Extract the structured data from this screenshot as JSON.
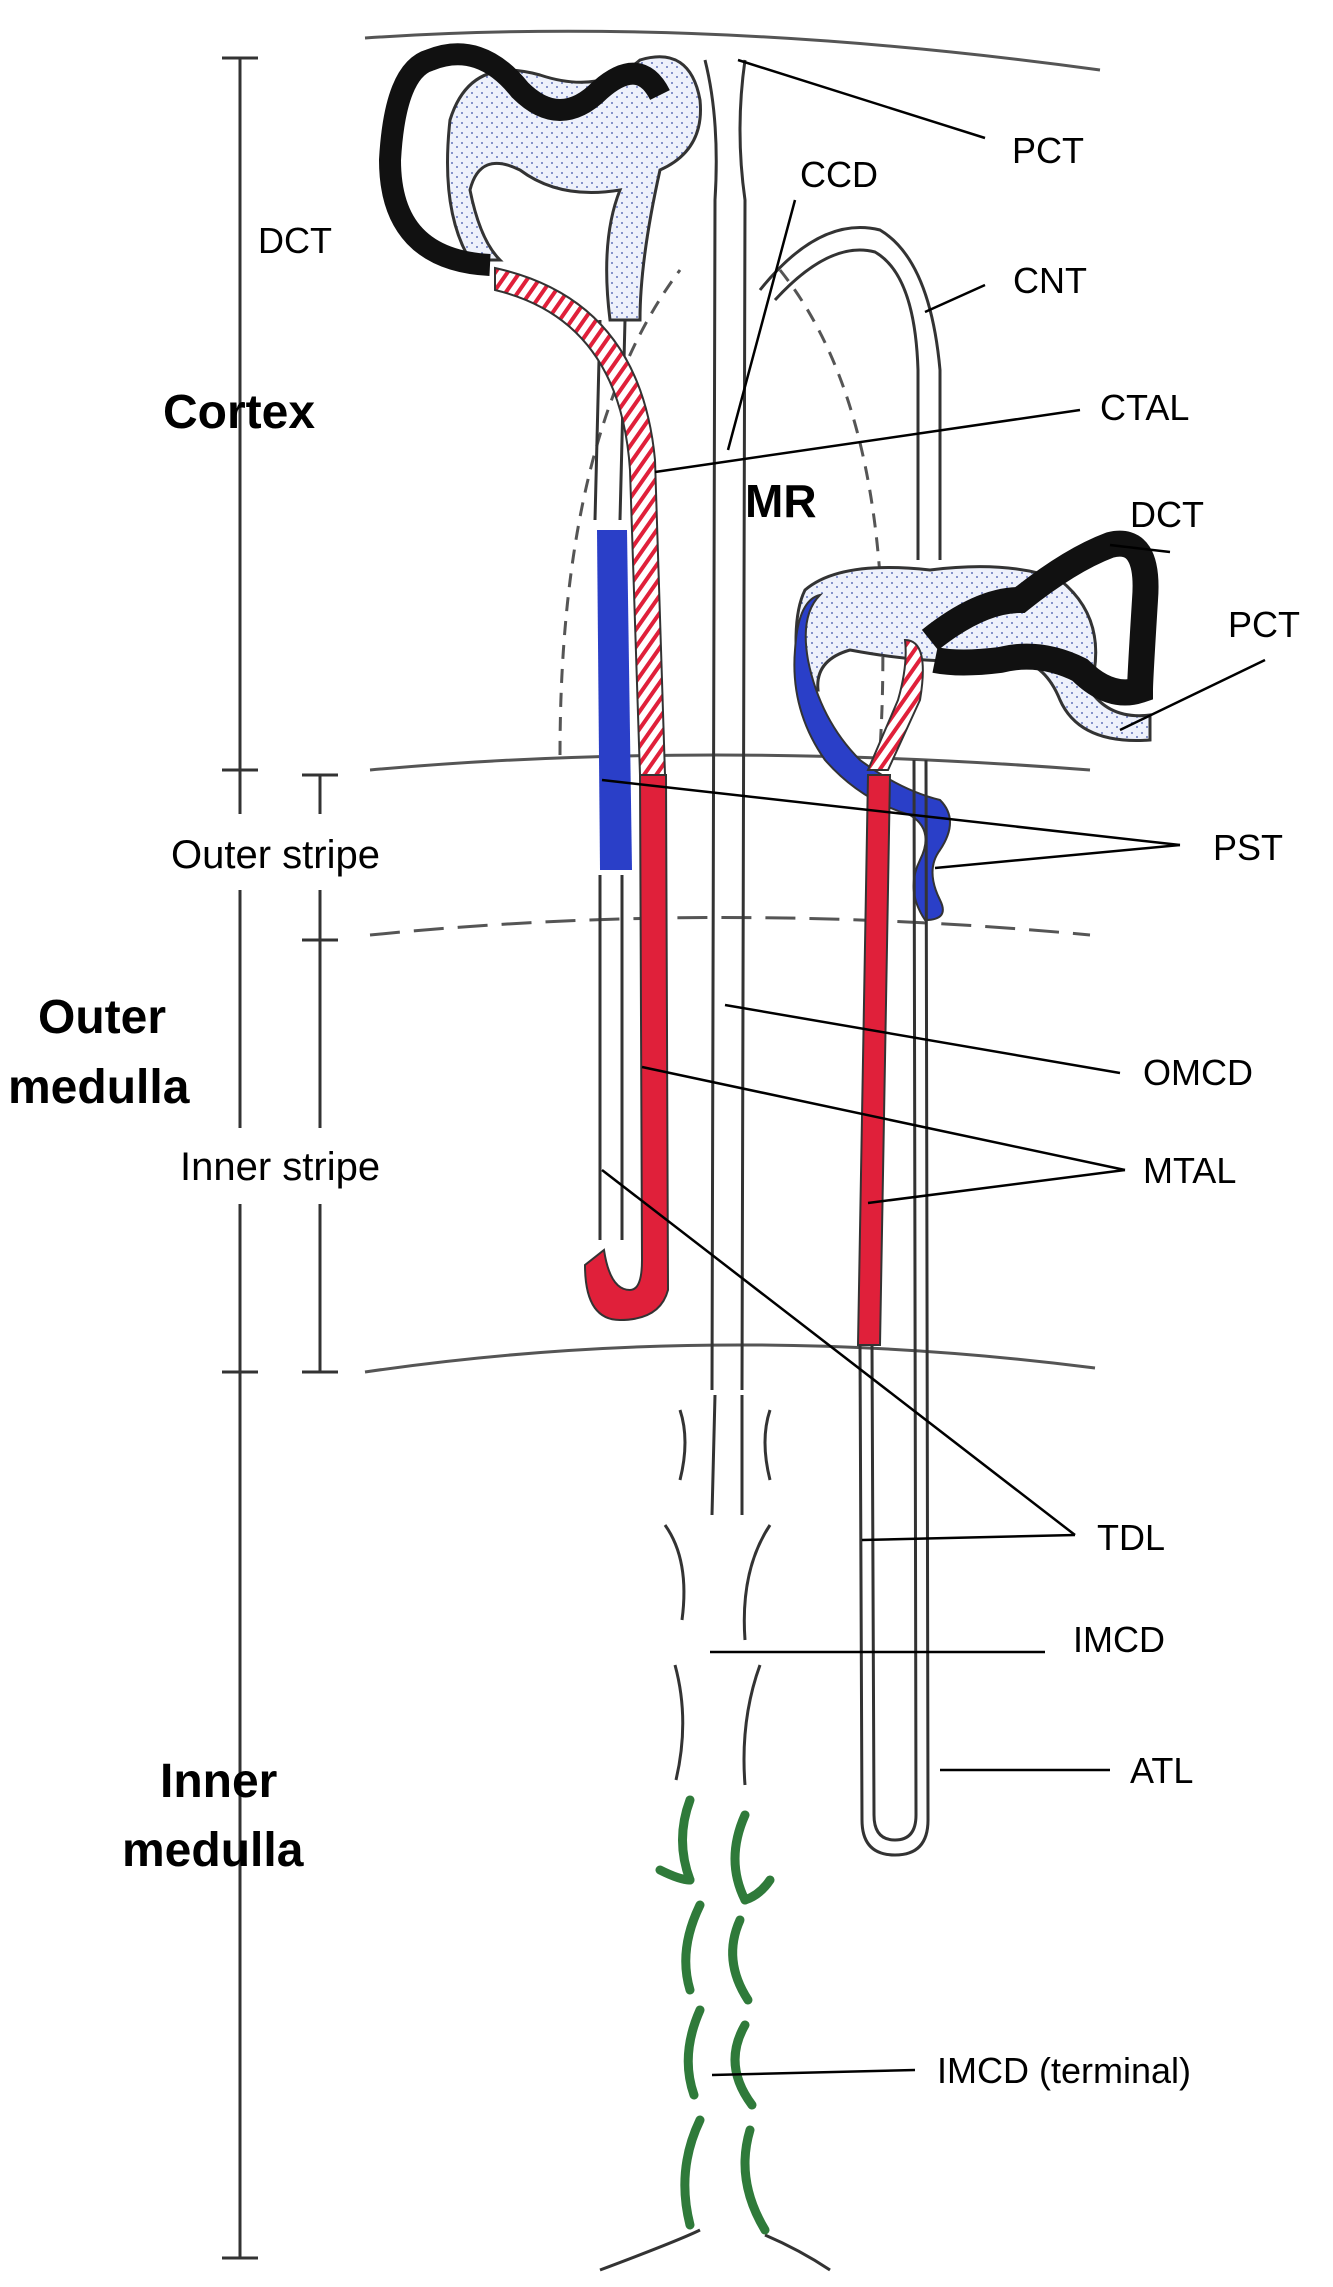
{
  "zones": {
    "cortex": "Cortex",
    "outer_medulla_line1": "Outer",
    "outer_medulla_line2": "medulla",
    "inner_medulla_line1": "Inner",
    "inner_medulla_line2": "medulla",
    "outer_stripe": "Outer stripe",
    "inner_stripe": "Inner stripe",
    "dct_top": "DCT",
    "mr": "MR"
  },
  "labels": {
    "pct_top": "PCT",
    "ccd": "CCD",
    "cnt": "CNT",
    "ctal": "CTAL",
    "dct": "DCT",
    "pct": "PCT",
    "pst": "PST",
    "omcd": "OMCD",
    "mtal": "MTAL",
    "tdl": "TDL",
    "imcd": "IMCD",
    "atl": "ATL",
    "imcd_terminal": "IMCD (terminal)"
  },
  "colors": {
    "thick_ascending_limb": "#e0203a",
    "pars_recta": "#2a3fc8",
    "terminal_collecting_duct": "#2f7a3a",
    "distal_tubule": "#111111",
    "proximal_tubule_stipple": "#3a4fa8",
    "outline": "#333333"
  }
}
